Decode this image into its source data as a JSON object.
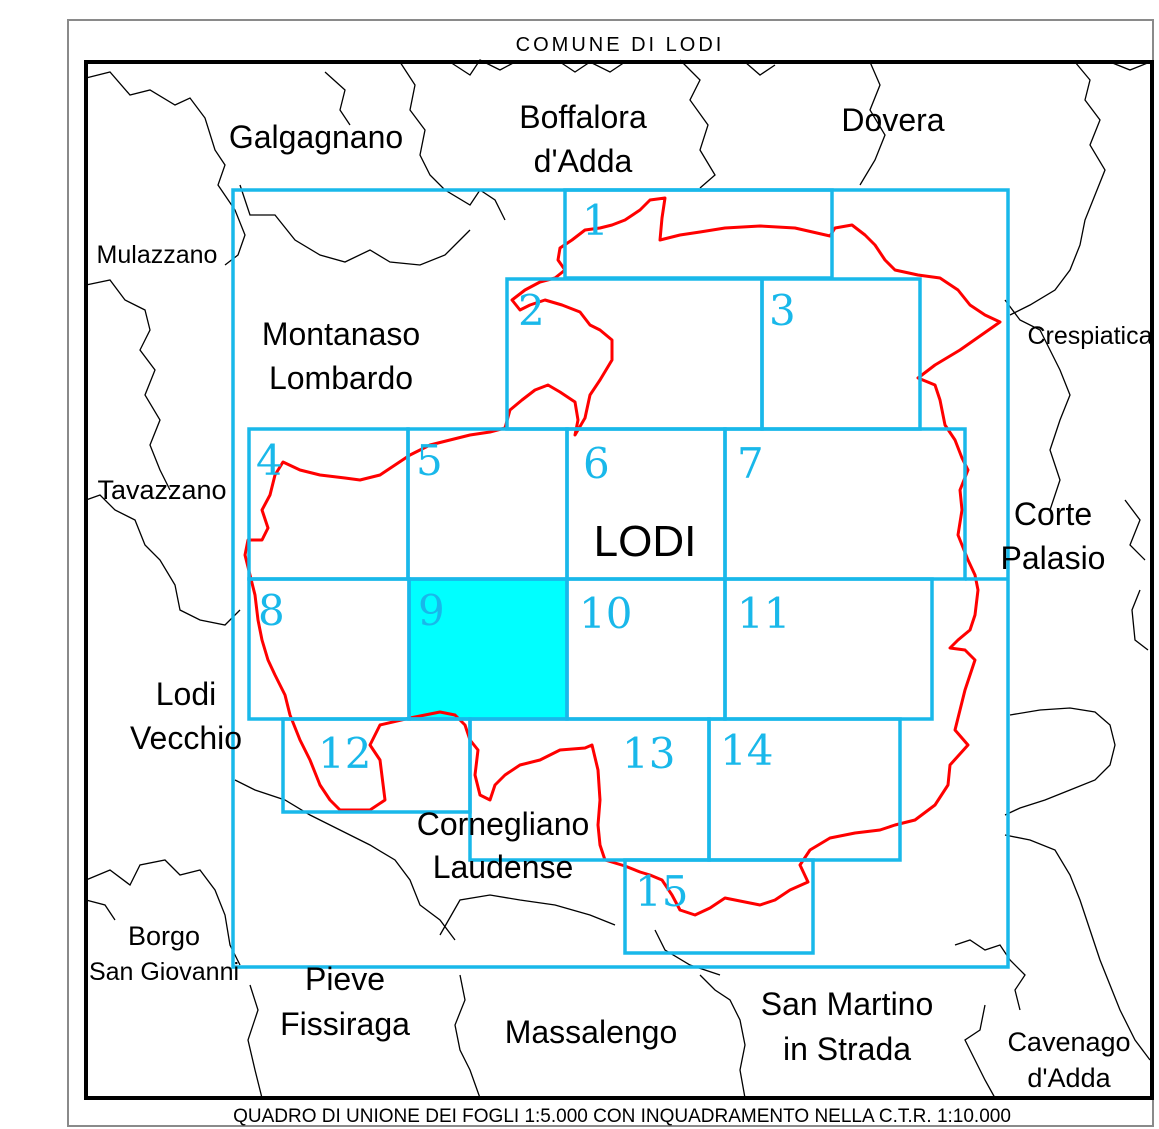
{
  "title": "COMUNE DI LODI",
  "caption": "QUADRO DI UNIONE DEI FOGLI 1:5.000 CON INQUADRAMENTO NELLA C.T.R. 1:10.000",
  "center_label": "LODI",
  "colors": {
    "grid": "#19b8ea",
    "boundary": "#ff0000",
    "highlight": "#00ffff",
    "ink": "#000000"
  },
  "highlighted_sheet": "9",
  "towns": {
    "galgagnano": "Galgagnano",
    "boffalora_1": "Boffalora",
    "boffalora_2": "d'Adda",
    "dovera": "Dovera",
    "mulazzano": "Mulazzano",
    "montanaso_1": "Montanaso",
    "montanaso_2": "Lombardo",
    "crespiatica": "Crespiatica",
    "tavazzano": "Tavazzano",
    "corte_1": "Corte",
    "corte_2": "Palasio",
    "lodivecchio_1": "Lodi",
    "lodivecchio_2": "Vecchio",
    "cornegliano_1": "Cornegliano",
    "cornegliano_2": "Laudense",
    "borgo_1": "Borgo",
    "borgo_2": "San Giovanni",
    "pieve_1": "Pieve",
    "pieve_2": "Fissiraga",
    "massalengo": "Massalengo",
    "sanmartino_1": "San Martino",
    "sanmartino_2": "in Strada",
    "cavenago_1": "Cavenago",
    "cavenago_2": "d'Adda"
  },
  "sheets": {
    "s1": "1",
    "s2": "2",
    "s3": "3",
    "s4": "4",
    "s5": "5",
    "s6": "6",
    "s7": "7",
    "s8": "8",
    "s9": "9",
    "s10": "10",
    "s11": "11",
    "s12": "12",
    "s13": "13",
    "s14": "14",
    "s15": "15"
  }
}
